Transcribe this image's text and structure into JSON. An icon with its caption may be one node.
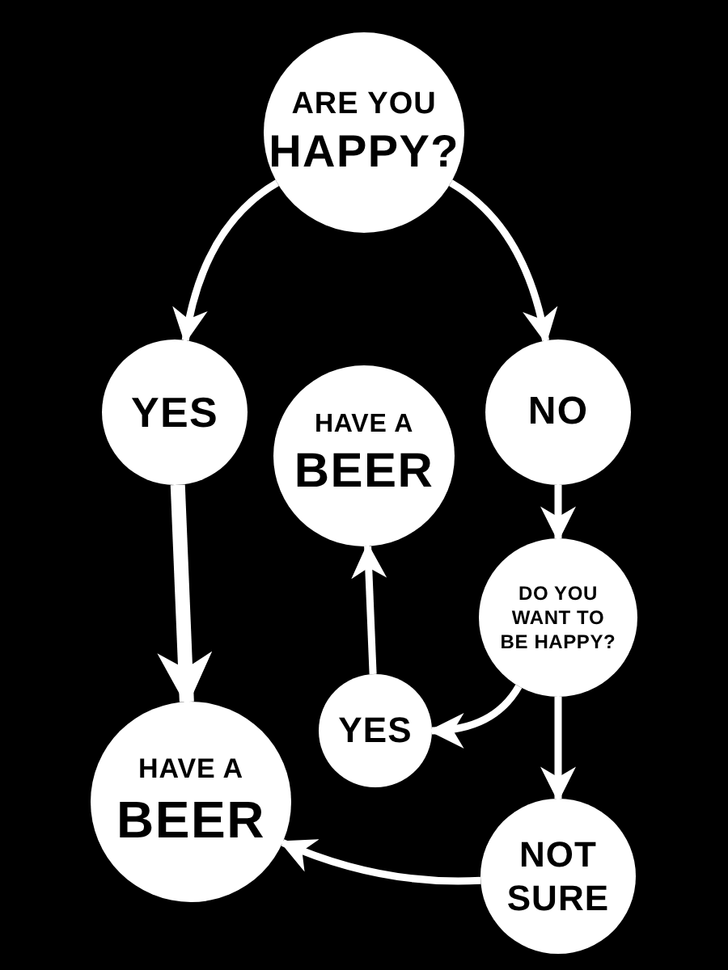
{
  "diagram": {
    "nodes": [
      {
        "text": [
          "ARE YOU",
          "HAPPY?"
        ]
      },
      {
        "text": [
          "YES"
        ]
      },
      {
        "text": [
          "HAVE A",
          "BEER"
        ]
      },
      {
        "text": [
          "NO"
        ]
      },
      {
        "text": [
          "DO YOU WANT TO BE HAPPY?"
        ]
      },
      {
        "text": [
          "YES"
        ]
      },
      {
        "text": [
          "HAVE A",
          "BEER"
        ]
      },
      {
        "text": [
          "NOT SURE"
        ]
      }
    ],
    "edges": [
      {
        "from": 0,
        "to": 1,
        "arrow": "to"
      },
      {
        "from": 0,
        "to": 3,
        "arrow": "to"
      },
      {
        "from": 1,
        "to": 6,
        "arrow": "to",
        "style": "thick"
      },
      {
        "from": 3,
        "to": 4,
        "arrow": "to"
      },
      {
        "from": 4,
        "to": 5,
        "arrow": "to"
      },
      {
        "from": 5,
        "to": 2,
        "arrow": "to"
      },
      {
        "from": 4,
        "to": 7,
        "arrow": "to"
      },
      {
        "from": 7,
        "to": 6,
        "arrow": "to"
      }
    ]
  }
}
